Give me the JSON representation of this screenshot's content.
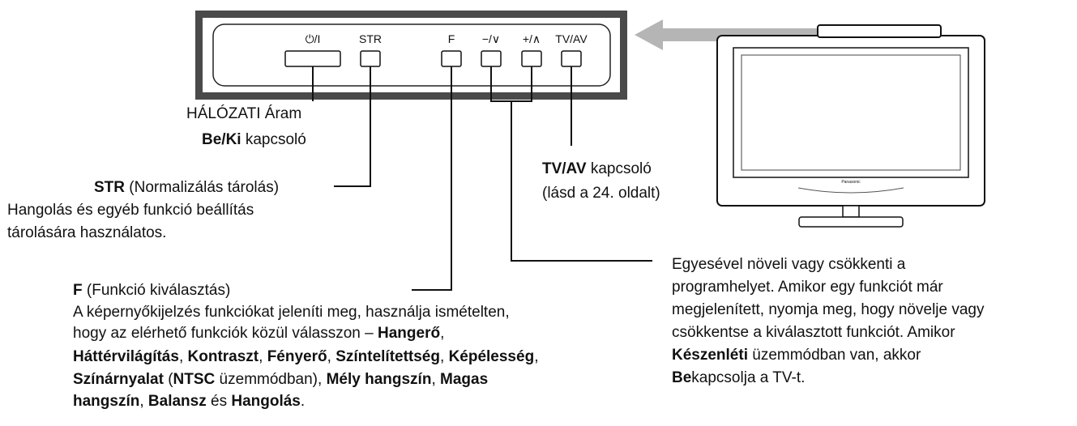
{
  "panel": {
    "buttons": [
      {
        "id": "power",
        "label": "⏻/I"
      },
      {
        "id": "str",
        "label": "STR"
      },
      {
        "id": "f",
        "label": "F"
      },
      {
        "id": "minus",
        "label": "−/∨"
      },
      {
        "id": "plus",
        "label": "+/∧"
      },
      {
        "id": "tvav",
        "label": "TV/AV"
      }
    ]
  },
  "tv": {
    "brand": "Panasonic"
  },
  "callouts": {
    "power": {
      "line1": "HÁLÓZATI Áram",
      "bold": "Be/Ki",
      "rest": " kapcsoló"
    },
    "str": {
      "bold": "STR",
      "rest": " (Normalizálás tárolás)",
      "desc1": "Hangolás és egyéb funkció beállítás",
      "desc2": "tárolására használatos."
    },
    "tvav": {
      "bold": "TV/AV",
      "rest": " kapcsoló",
      "desc": "(lásd a 24. oldalt)"
    },
    "f": {
      "bold": "F",
      "rest": " (Funkció kiválasztás)"
    },
    "updown": {
      "l1": "Egyesével növeli vagy csökkenti a",
      "l2": "programhelyet. Amikor egy funkciót már",
      "l3": "megjelenített, nyomja meg, hogy növelje vagy",
      "l4": "csökkentse a kiválasztott funkciót. Amikor",
      "l5b": "Készenléti",
      "l5r": " üzemmódban van, akkor",
      "l6b": "Be",
      "l6r": "kapcsolja a TV-t."
    }
  },
  "fdesc": {
    "l1": "A képernyőkijelzés funkciókat jeleníti meg, használja ismételten,",
    "l2": "hogy az elérhető funkciók közül válasszon – ",
    "hangero": "Hangerő",
    "hatter": "Háttérvilágítás",
    "kontraszt": "Kontraszt",
    "fenyero": "Fényerő",
    "szintel": "Színtelítettség",
    "kepeles": "Képélesség",
    "szinarny": "Színárnyalat",
    "ntsc": "NTSC",
    "uzem": " üzemmódban), ",
    "mely": "Mély hangszín",
    "magas1": "Magas",
    "magas2": "hangszín",
    "balansz": "Balansz",
    "es": " és ",
    "hangolas": "Hangolás"
  },
  "colors": {
    "ink": "#111111",
    "panel_frame": "#444444",
    "arrow": "#b5b5b5"
  }
}
